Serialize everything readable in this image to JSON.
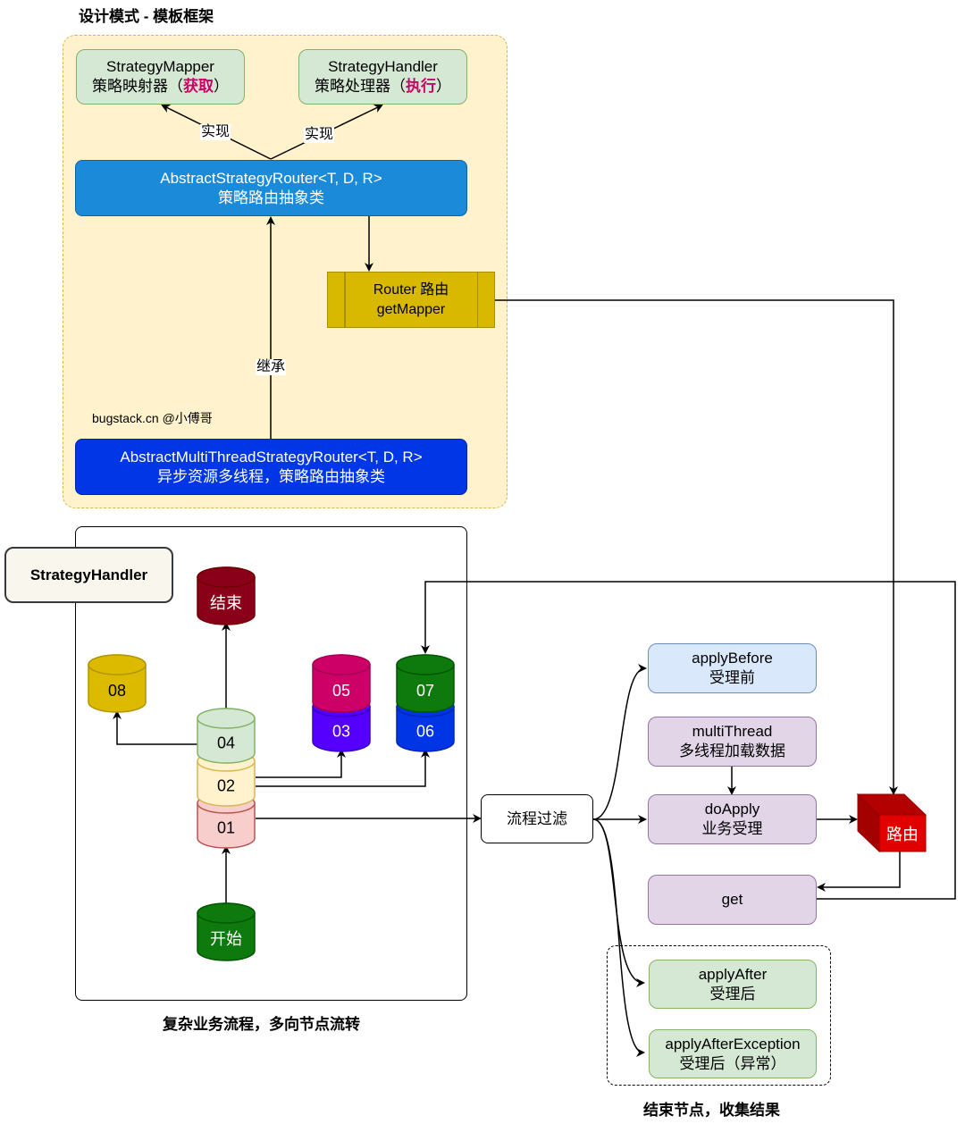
{
  "template_section": {
    "title": "设计模式 - 模板框架",
    "strategy_mapper": {
      "line1": "StrategyMapper",
      "line2_prefix": "策略映射器（",
      "line2_highlight": "获取",
      "line2_suffix": "）"
    },
    "strategy_handler": {
      "line1": "StrategyHandler",
      "line2_prefix": "策略处理器（",
      "line2_highlight": "执行",
      "line2_suffix": "）"
    },
    "implement_label_left": "实现",
    "implement_label_right": "实现",
    "abstract_router": {
      "line1": "AbstractStrategyRouter<T, D, R>",
      "line2": "策略路由抽象类"
    },
    "router_box": {
      "line1": "Router 路由",
      "line2": "getMapper"
    },
    "inherit_label": "继承",
    "watermark": "bugstack.cn @小傅哥",
    "multi_thread_router": {
      "line1": "AbstractMultiThreadStrategyRouter<T, D, R>",
      "line2": "异步资源多线程，策略路由抽象类"
    }
  },
  "flow_section": {
    "handler_tag": "StrategyHandler",
    "caption": "复杂业务流程，多向节点流转",
    "nodes": {
      "end": "结束",
      "n08": "08",
      "n05": "05",
      "n03": "03",
      "n07": "07",
      "n06": "06",
      "n04": "04",
      "n02": "02",
      "n01": "01",
      "start": "开始"
    },
    "colors": {
      "end": "#8b0019",
      "n08": "#dbba00",
      "n05": "#cc0066",
      "n03": "#5500ff",
      "n07": "#0e7a0d",
      "n06": "#0035e6",
      "n04": "#d5e8d4",
      "n02": "#fff2cc",
      "n01": "#f8cecc",
      "start": "#0e7a0d"
    }
  },
  "process_section": {
    "filter": "流程过滤",
    "apply_before": {
      "line1": "applyBefore",
      "line2": "受理前"
    },
    "multi_thread": {
      "line1": "multiThread",
      "line2": "多线程加载数据"
    },
    "do_apply": {
      "line1": "doApply",
      "line2": "业务受理"
    },
    "router_cube": "路由",
    "get": "get",
    "apply_after": {
      "line1": "applyAfter",
      "line2": "受理后"
    },
    "apply_after_exception": {
      "line1": "applyAfterException",
      "line2": "受理后（异常）"
    },
    "end_caption": "结束节点，收集结果"
  }
}
